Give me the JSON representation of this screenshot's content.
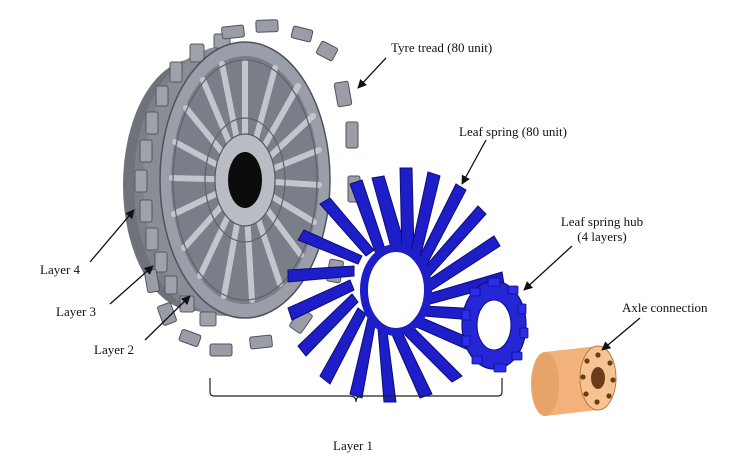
{
  "labels": {
    "tyre_tread": "Tyre tread (80 unit)",
    "leaf_spring": "Leaf spring (80 unit)",
    "leaf_spring_hub_line1": "Leaf spring hub",
    "leaf_spring_hub_line2": "(4 layers)",
    "axle_connection": "Axle connection",
    "layer4": "Layer 4",
    "layer3": "Layer 3",
    "layer2": "Layer 2",
    "layer1": "Layer 1"
  },
  "colors": {
    "wheel_grey": "#8e929c",
    "wheel_dark": "#4a4d55",
    "tread_grey": "#9a9da6",
    "leaf_spring_blue": "#1d1ec8",
    "hub_blue": "#2527d6",
    "axle_orange": "#f2b27a",
    "axle_hole": "#6b3c1a"
  }
}
